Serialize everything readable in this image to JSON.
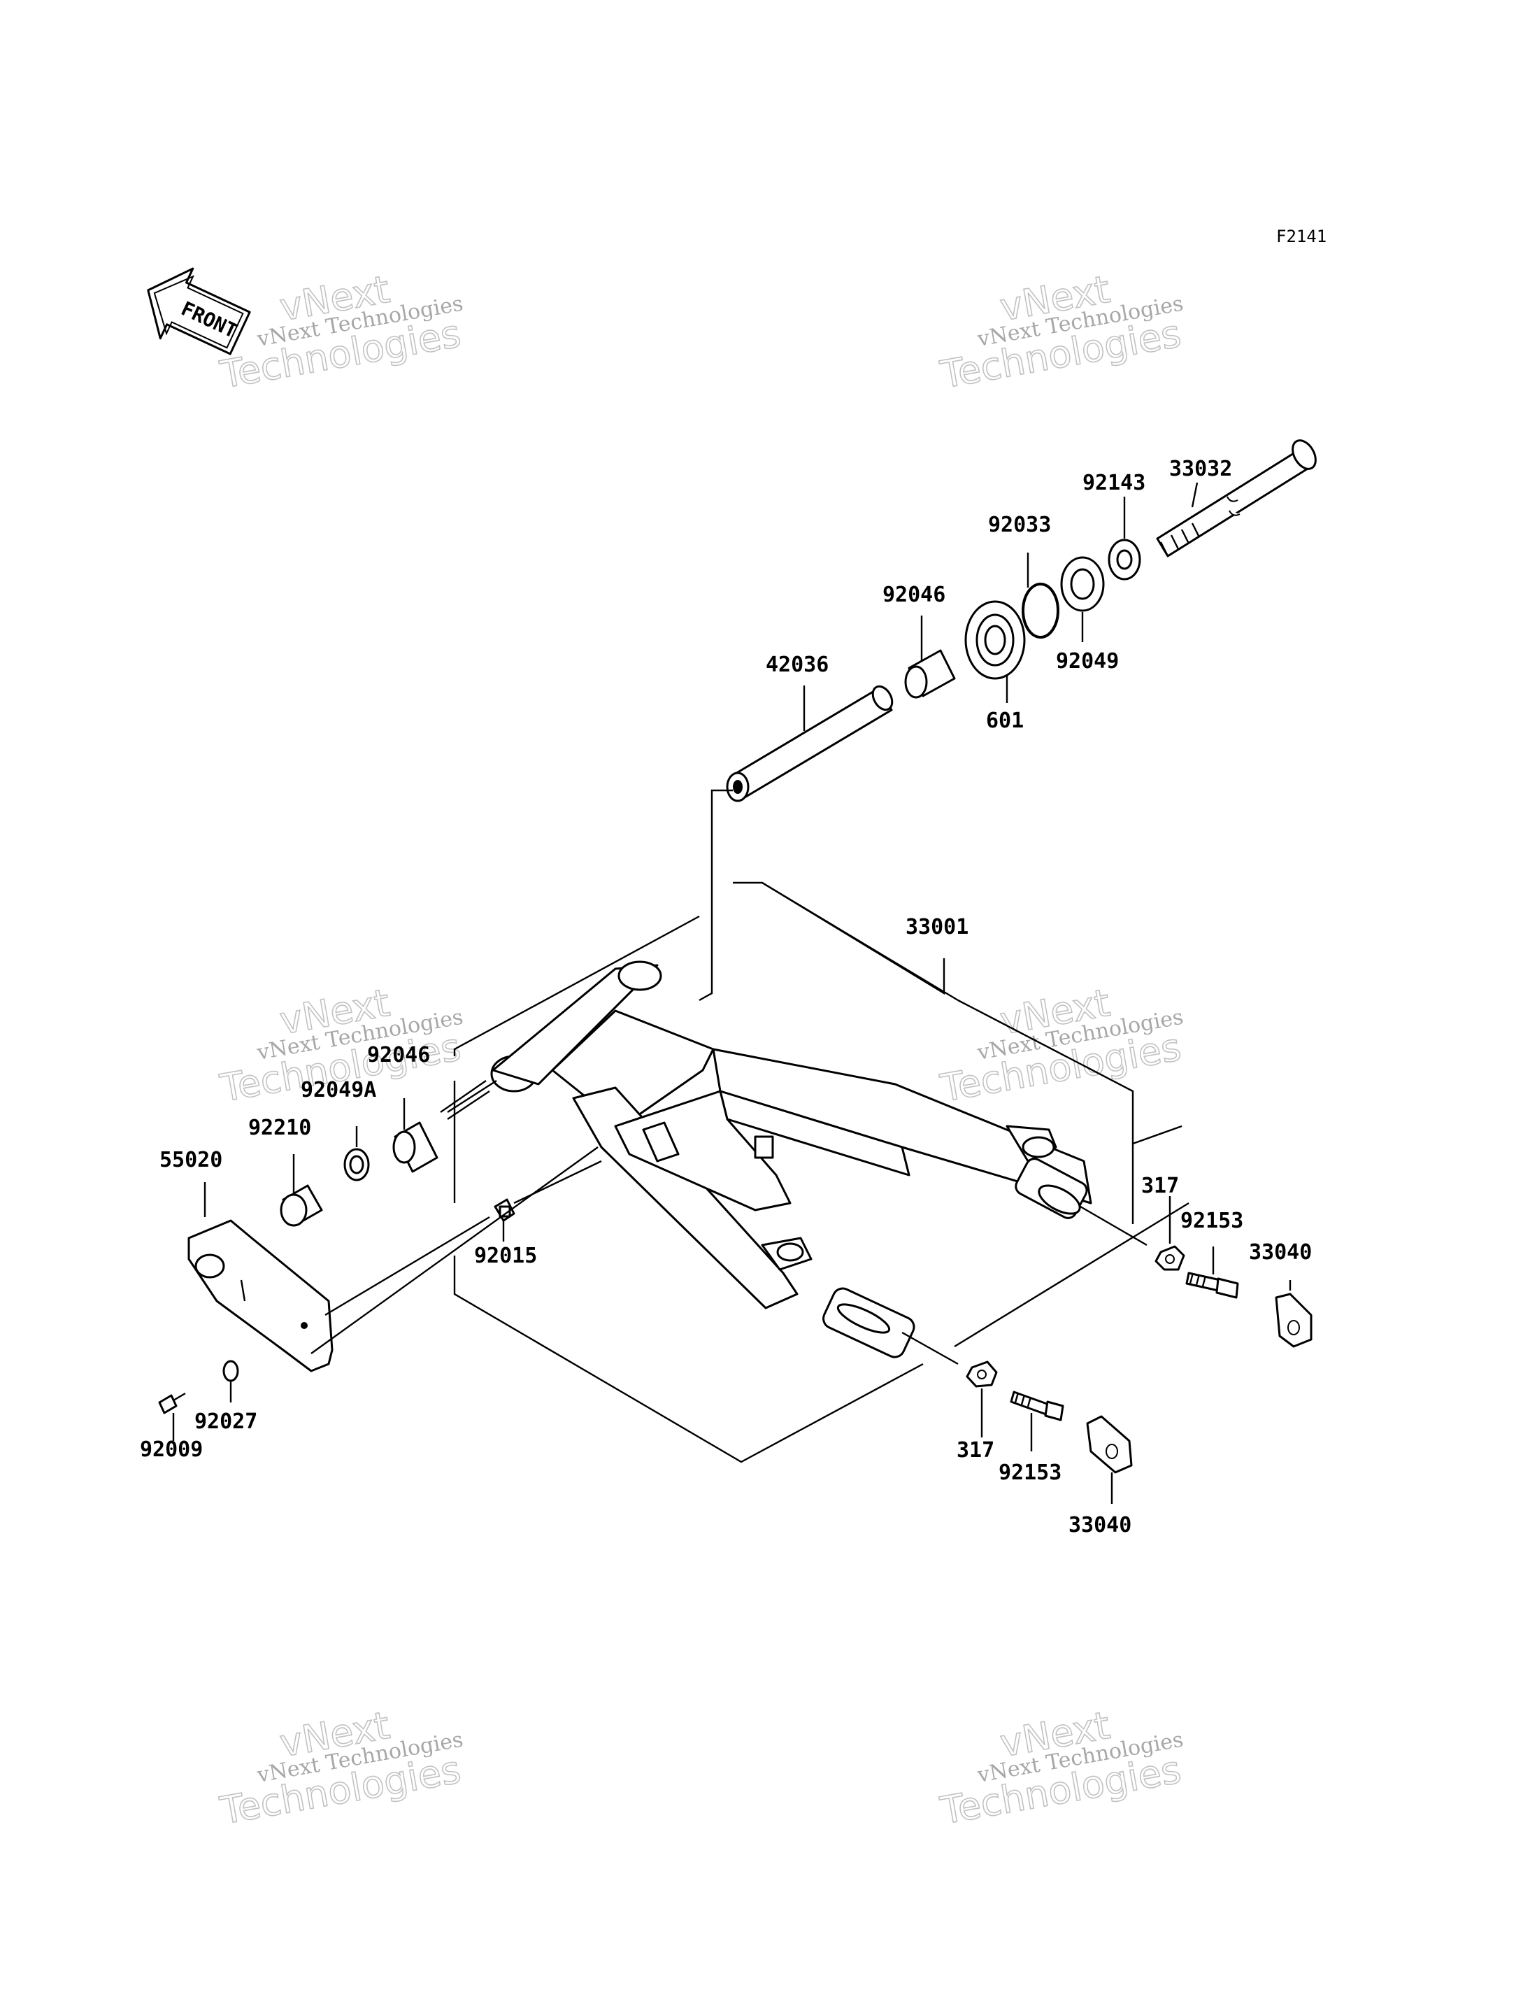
{
  "figure_code": "F2141",
  "front_label": "FRONT",
  "watermark": {
    "line1": "vNext Technologies",
    "line2": "vNext",
    "line3": "Technologies"
  },
  "parts": [
    {
      "id": "p33032",
      "number": "33032"
    },
    {
      "id": "p92143",
      "number": "92143"
    },
    {
      "id": "p92033",
      "number": "92033"
    },
    {
      "id": "p92046a",
      "number": "92046"
    },
    {
      "id": "p92049",
      "number": "92049"
    },
    {
      "id": "p42036",
      "number": "42036"
    },
    {
      "id": "p601",
      "number": "601"
    },
    {
      "id": "p33001",
      "number": "33001"
    },
    {
      "id": "p92046b",
      "number": "92046"
    },
    {
      "id": "p92049A",
      "number": "92049A"
    },
    {
      "id": "p92210",
      "number": "92210"
    },
    {
      "id": "p55020",
      "number": "55020"
    },
    {
      "id": "p92015",
      "number": "92015"
    },
    {
      "id": "p317a",
      "number": "317"
    },
    {
      "id": "p92153a",
      "number": "92153"
    },
    {
      "id": "p33040a",
      "number": "33040"
    },
    {
      "id": "p92027",
      "number": "92027"
    },
    {
      "id": "p92009",
      "number": "92009"
    },
    {
      "id": "p317b",
      "number": "317"
    },
    {
      "id": "p92153b",
      "number": "92153"
    },
    {
      "id": "p33040b",
      "number": "33040"
    }
  ]
}
